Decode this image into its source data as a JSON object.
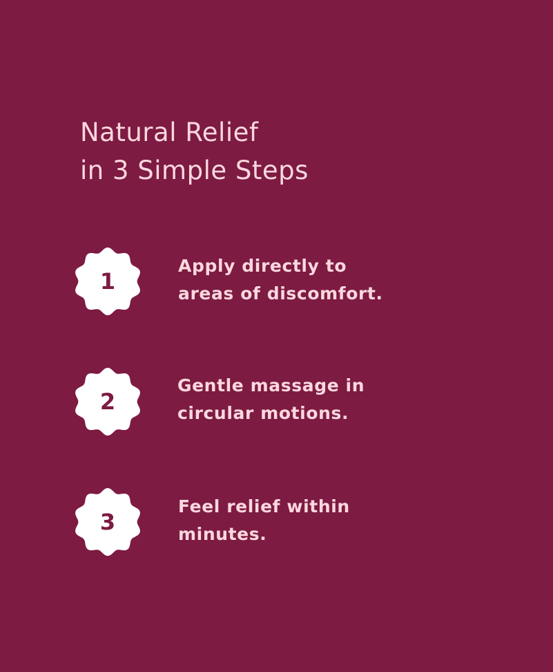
{
  "heading": {
    "line1": "Natural Relief",
    "line2": "in 3 Simple Steps"
  },
  "colors": {
    "background": "#7d1b42",
    "text": "#fbd7de",
    "badge": "#ffffff"
  },
  "steps": [
    {
      "number": "1",
      "line1": "Apply directly to",
      "line2": "areas of discomfort.",
      "icon": "scalloped-badge-icon"
    },
    {
      "number": "2",
      "line1": "Gentle massage in",
      "line2": "circular motions.",
      "icon": "scalloped-badge-icon"
    },
    {
      "number": "3",
      "line1": "Feel relief within",
      "line2": "minutes.",
      "icon": "scalloped-badge-icon"
    }
  ]
}
